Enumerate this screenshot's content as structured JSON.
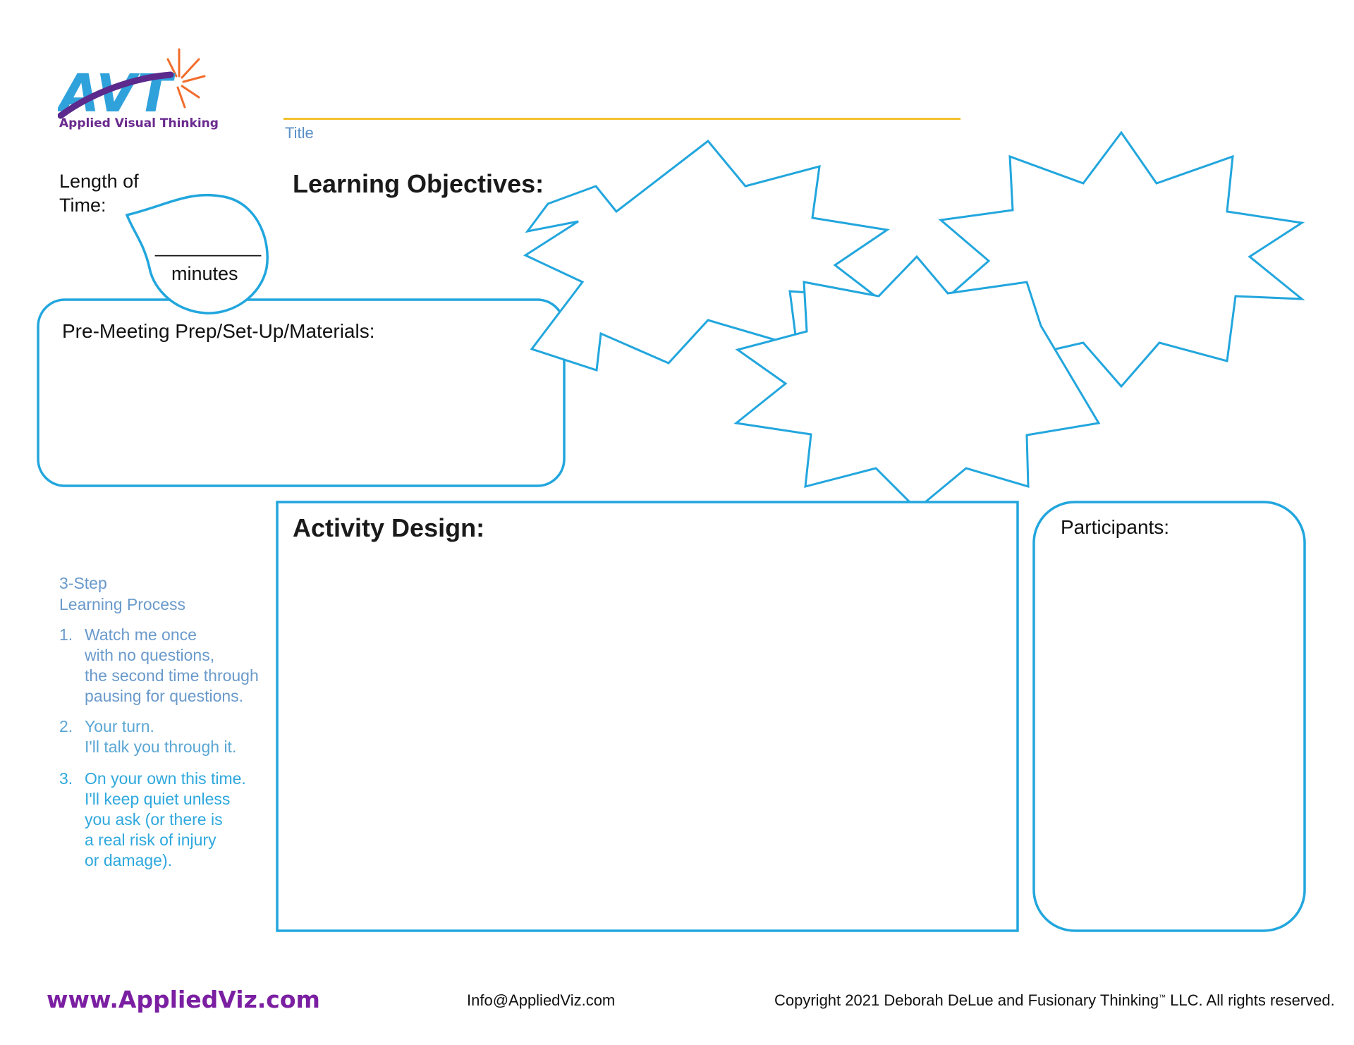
{
  "header": {
    "logo_letters": "AVT",
    "logo_name": "Applied Visual Thinking",
    "title_label": "Title"
  },
  "length": {
    "label": "Length of Time:",
    "blank": "__________",
    "unit": "minutes"
  },
  "objectives": {
    "label": "Learning Objectives:"
  },
  "prep": {
    "label": "Pre-Meeting Prep/Set-Up/Materials:"
  },
  "activity": {
    "label": "Activity Design:"
  },
  "participants": {
    "label": "Participants:"
  },
  "process": {
    "heading_line1": "3-Step",
    "heading_line2": "Learning Process",
    "steps": [
      {
        "num": "1.",
        "lines": [
          "Watch me once",
          "with no questions,",
          "the second time through",
          "pausing for questions."
        ]
      },
      {
        "num": "2.",
        "lines": [
          "Your turn.",
          "I'll talk you through it."
        ]
      },
      {
        "num": "3.",
        "lines": [
          "On your own this time.",
          "I'll keep quiet unless",
          "you ask (or there is",
          "a real risk of injury",
          "or damage)."
        ]
      }
    ]
  },
  "footer": {
    "url": "www.AppliedViz.com",
    "email": "Info@AppliedViz.com",
    "copyright_before": "Copyright 2021 Deborah DeLue and Fusionary Thinking",
    "copyright_tm": "™",
    "copyright_after": " LLC. All rights reserved."
  },
  "colors": {
    "shape_stroke": "#22a6dd",
    "title_line": "#f2c12e",
    "brand_purple": "#7b1fa2",
    "process_blue": "#6a9acb"
  }
}
